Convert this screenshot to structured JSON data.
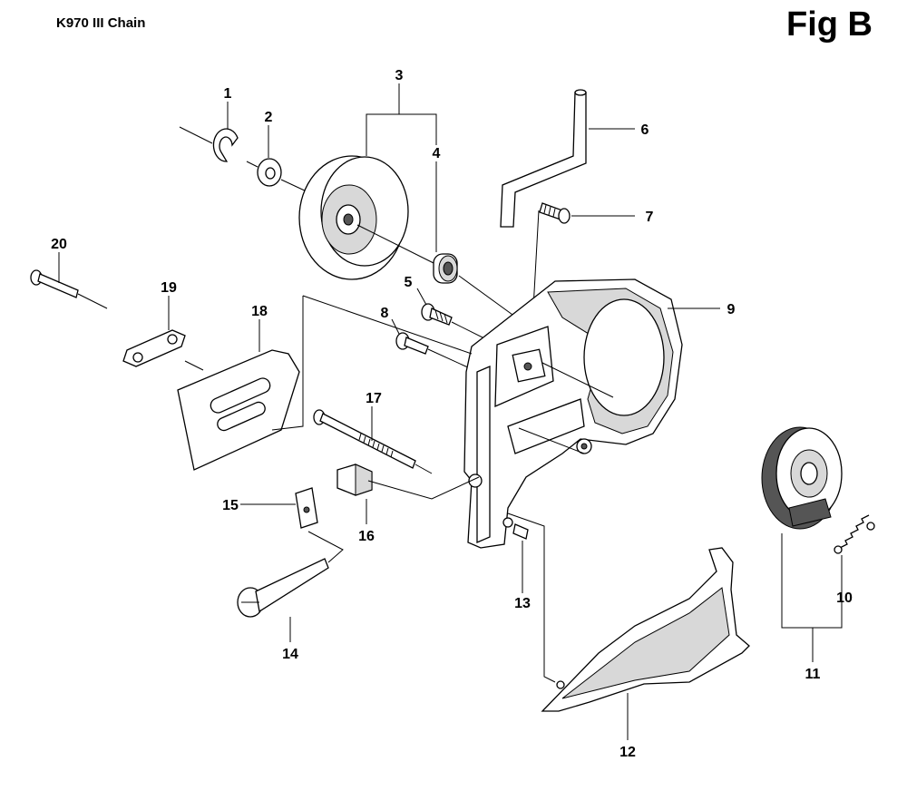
{
  "header": {
    "model": "K970 III Chain",
    "figure": "Fig B"
  },
  "callouts": {
    "p1": "1",
    "p2": "2",
    "p3": "3",
    "p4": "4",
    "p5": "5",
    "p6": "6",
    "p7": "7",
    "p8": "8",
    "p9": "9",
    "p10": "10",
    "p11": "11",
    "p12": "12",
    "p13": "13",
    "p14": "14",
    "p15": "15",
    "p16": "16",
    "p17": "17",
    "p18": "18",
    "p19": "19",
    "p20": "20"
  }
}
